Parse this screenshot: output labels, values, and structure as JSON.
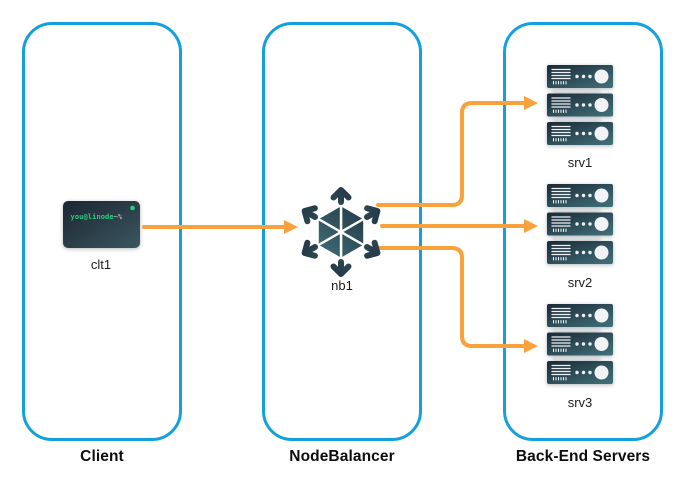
{
  "groups": [
    {
      "label": "Client",
      "nodes": [
        {
          "id": "clt1",
          "icon": "terminal-icon"
        }
      ]
    },
    {
      "label": "NodeBalancer",
      "nodes": [
        {
          "id": "nb1",
          "icon": "nodebalancer-icon"
        }
      ]
    },
    {
      "label": "Back-End Servers",
      "nodes": [
        {
          "id": "srv1",
          "icon": "server-rack-icon"
        },
        {
          "id": "srv2",
          "icon": "server-rack-icon"
        },
        {
          "id": "srv3",
          "icon": "server-rack-icon"
        }
      ]
    }
  ],
  "terminal": {
    "prompt_user": "you@linode",
    "prompt_symbol": "~%"
  },
  "connections": [
    {
      "from": "clt1",
      "to": "nb1"
    },
    {
      "from": "nb1",
      "to": "srv1"
    },
    {
      "from": "nb1",
      "to": "srv2"
    },
    {
      "from": "nb1",
      "to": "srv3"
    }
  ],
  "colors": {
    "box-border": "#14A0DC",
    "arrow": "#F9A13C",
    "icon-dark": "#1F2D3B",
    "icon-teal": "#3F6F78",
    "terminal-green": "#25D07E",
    "label": "#1C1C1C",
    "title": "#0D0D0D"
  }
}
